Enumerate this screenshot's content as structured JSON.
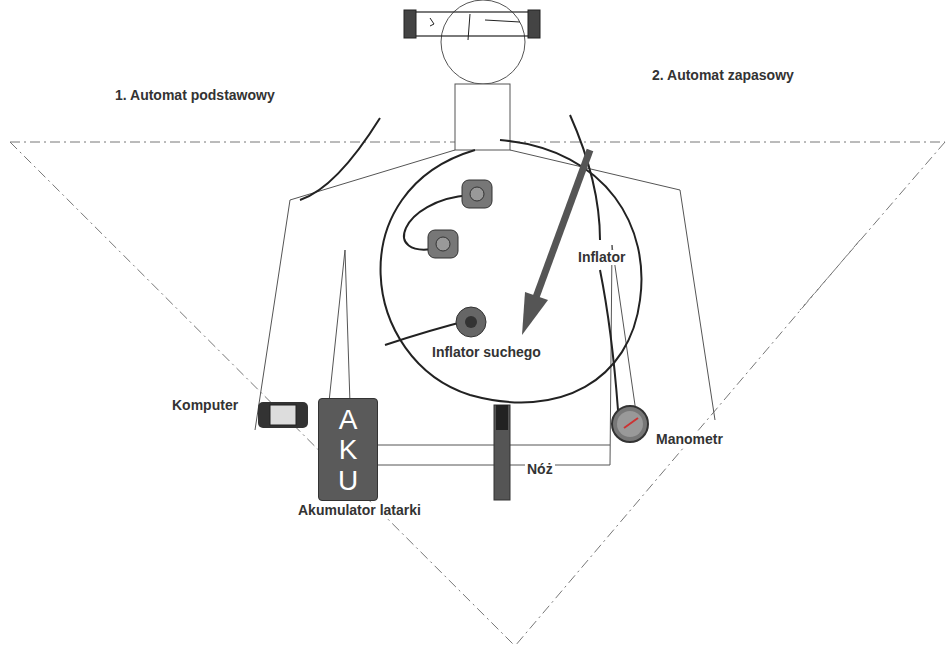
{
  "diagram": {
    "nodes": [
      {
        "text": [
          "A K U"
        ]
      }
    ],
    "labels": [
      "1. Automat podstawowy",
      "2. Automat zapasowy",
      "Inflator",
      "Inflator suchego",
      "Komputer",
      "Akumulator latarki",
      "Nóż",
      "Manometr"
    ]
  }
}
